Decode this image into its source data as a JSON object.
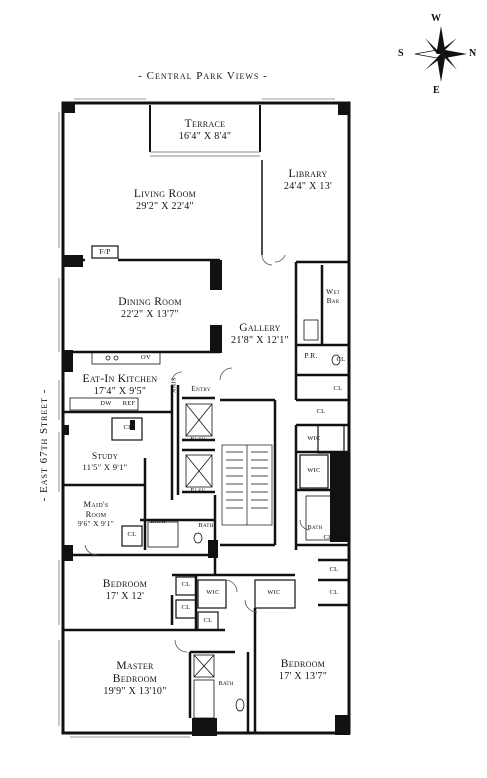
{
  "header": {
    "views": "- Central Park Views -"
  },
  "street": "- East 67th Street -",
  "compass": {
    "top": "W",
    "left": "S",
    "right": "N",
    "bottom": "E"
  },
  "rooms": {
    "terrace": {
      "name": "Terrace",
      "dim": "16'4\" X 8'4\""
    },
    "living": {
      "name": "Living Room",
      "dim": "29'2\" X 22'4\""
    },
    "library": {
      "name": "Library",
      "dim": "24'4\" X 13'"
    },
    "fp": "F/P",
    "dining": {
      "name": "Dining Room",
      "dim": "22'2\" X 13'7\""
    },
    "wetbar": {
      "line1": "Wet",
      "line2": "Bar"
    },
    "gallery": {
      "name": "Gallery",
      "dim": "21'8\" X 12'1\""
    },
    "pr": "P.R.",
    "ov": "OV",
    "kitchen": {
      "name": "Eat-In Kitchen",
      "dim": "17'4\" X 9'5\""
    },
    "sink": "SINK",
    "dw": "DW",
    "ref": "REF",
    "entry": "Entry",
    "elev1": "Elev.",
    "elev2": "Elev.",
    "study": {
      "name": "Study",
      "dim": "11'5\" X 9'1\""
    },
    "maid": {
      "line1": "Maid's",
      "line2": "Room",
      "dim": "9'6\" X 9'1\""
    },
    "bath_maid": "Bath",
    "bath_mid": "Bath",
    "bath_right": "Bath",
    "bath_master": "Bath",
    "wic1": "WIC",
    "wic2": "WIC",
    "wic3": "WIC",
    "wic4": "WIC",
    "bedroom1": {
      "name": "Bedroom",
      "dim": "17' X 12'"
    },
    "bedroom2": {
      "name": "Bedroom",
      "dim": "17' X 13'7\""
    },
    "master": {
      "line1": "Master",
      "line2": "Bedroom",
      "dim": "19'9\" X 13'10\""
    },
    "cl": [
      "CL",
      "CL",
      "CL",
      "CL",
      "CL",
      "CL",
      "CL",
      "CL",
      "CL",
      "CL",
      "CL"
    ]
  }
}
